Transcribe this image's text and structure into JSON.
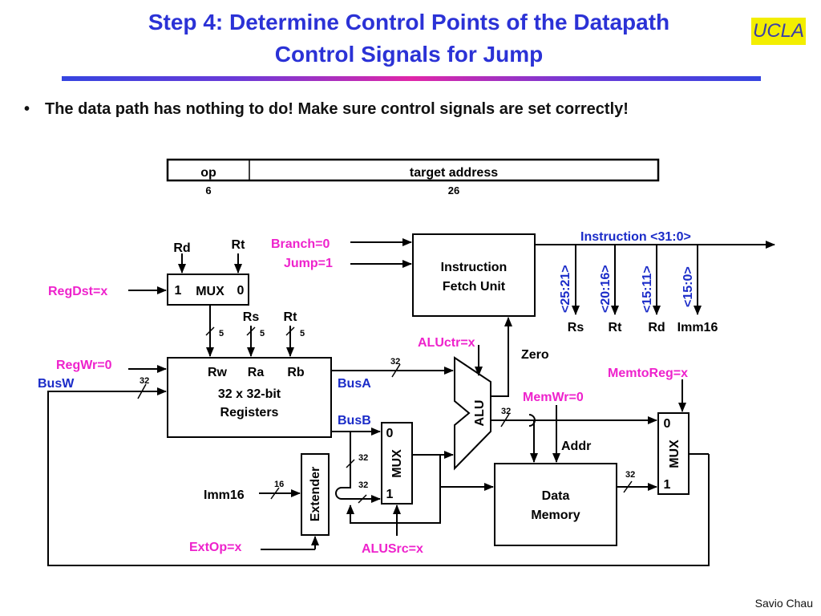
{
  "slide": {
    "title_line1": "Step 4: Determine Control Points of the Datapath",
    "title_line2": "Control Signals for Jump",
    "logo": "UCLA",
    "bullet": "The data path has nothing to do! Make sure control signals are set correctly!",
    "footer": "Savio Chau"
  },
  "format": {
    "op": "op",
    "target": "target address",
    "op_bits": "6",
    "target_bits": "26"
  },
  "diagram": {
    "rd": "Rd",
    "rt": "Rt",
    "rs": "Rs",
    "rt2": "Rt",
    "regdst": "RegDst=x",
    "mux_top_1": "1",
    "mux_top_label": "MUX",
    "mux_top_0": "0",
    "branch": "Branch=0",
    "jump": "Jump=1",
    "ifu_line1": "Instruction",
    "ifu_line2": "Fetch Unit",
    "instruction": "Instruction <31:0>",
    "f1": "<25:21>",
    "f2": "<20:16>",
    "f3": "<15:11>",
    "f4": "<15:0>",
    "o1": "Rs",
    "o2": "Rt",
    "o3": "Rd",
    "o4": "Imm16",
    "regwr": "RegWr=0",
    "busw": "BusW",
    "rw": "Rw",
    "ra": "Ra",
    "rb": "Rb",
    "reg_line1": "32 x 32-bit",
    "reg_line2": "Registers",
    "busa": "BusA",
    "busb": "BusB",
    "aluctr": "ALUctr=x",
    "zero": "Zero",
    "alu": "ALU",
    "memwr": "MemWr=0",
    "memtoreg": "MemtoReg=x",
    "addr": "Addr",
    "mem_line1": "Data",
    "mem_line2": "Memory",
    "imm16": "Imm16",
    "extender": "Extender",
    "extop": "ExtOp=x",
    "alusrc": "ALUSrc=x",
    "mux_label": "MUX",
    "mux0": "0",
    "mux1": "1",
    "w5": "5",
    "w32": "32",
    "w16": "16"
  },
  "colors": {
    "title": "#2b32d6",
    "signal": "#ee22cc",
    "bus_label": "#1a2bc8",
    "logo_bg": "#f3ee00"
  }
}
